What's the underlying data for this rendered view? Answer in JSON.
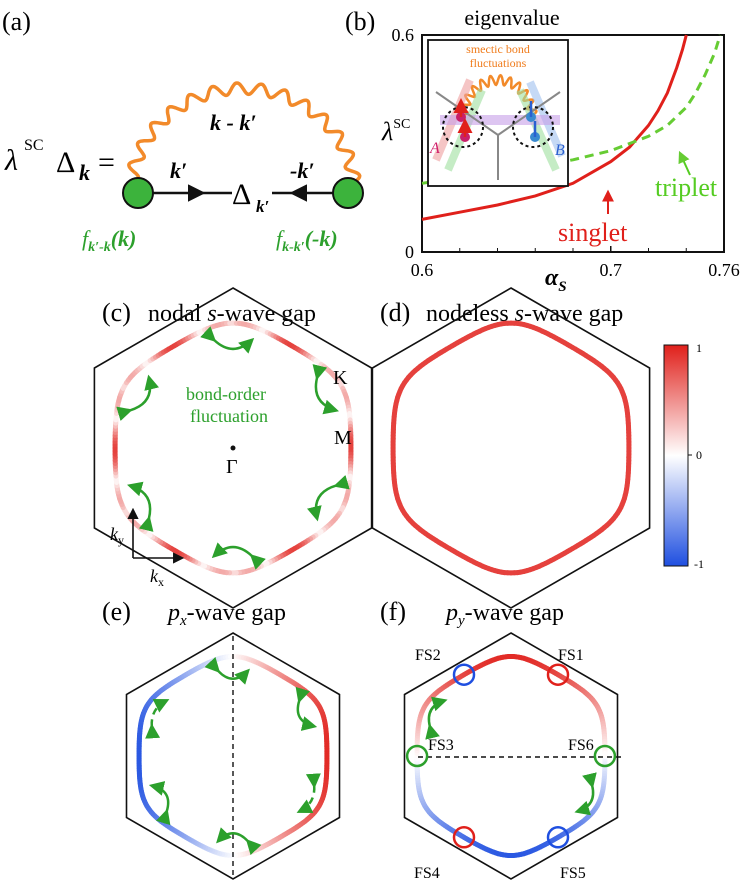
{
  "panel_a": {
    "label": "(a)",
    "lhs": "λ",
    "lhs_sup": "SC",
    "lhs_delta": "Δ",
    "lhs_k": "k",
    "equals": "=",
    "wave_label": "k - k",
    "wave_prime": "′",
    "left_arrow": "k′",
    "right_arrow": "-k′",
    "center_delta": "Δ",
    "center_sub": "k′",
    "f_left": "f",
    "f_left_sub": "k′-k",
    "f_left_arg": "(k)",
    "f_right": "f",
    "f_right_sub": "k-k′",
    "f_right_arg": "(-k)"
  },
  "panel_b": {
    "label": "(b)",
    "title": "eigenvalue",
    "ylabel": "λ",
    "ylabel_sup": "SC",
    "xlabel": "α",
    "xlabel_sub": "S",
    "inset_caption_line1": "smectic bond",
    "inset_caption_line2": "fluctuations",
    "inset_label_a": "A",
    "inset_label_b": "B",
    "annot_singlet": "singlet",
    "annot_triplet": "triplet"
  },
  "chart_data": {
    "type": "line",
    "xlim": [
      0.6,
      0.76
    ],
    "ylim": [
      0,
      0.6
    ],
    "x_ticks": [
      "0.6",
      "0.7",
      "0.76"
    ],
    "y_ticks": [
      "0",
      "0.6"
    ],
    "series": [
      {
        "name": "singlet",
        "color": "#e0201b",
        "dash": false,
        "x": [
          0.6,
          0.62,
          0.64,
          0.66,
          0.68,
          0.7,
          0.71,
          0.72,
          0.725,
          0.73,
          0.735,
          0.738,
          0.74
        ],
        "y": [
          0.09,
          0.11,
          0.13,
          0.155,
          0.19,
          0.25,
          0.29,
          0.35,
          0.39,
          0.44,
          0.51,
          0.56,
          0.6
        ]
      },
      {
        "name": "triplet",
        "color": "#66cc33",
        "dash": true,
        "x": [
          0.6,
          0.62,
          0.64,
          0.66,
          0.68,
          0.7,
          0.72,
          0.73,
          0.74,
          0.745,
          0.75,
          0.755,
          0.758
        ],
        "y": [
          0.19,
          0.205,
          0.22,
          0.235,
          0.255,
          0.28,
          0.32,
          0.35,
          0.4,
          0.44,
          0.49,
          0.55,
          0.6
        ]
      }
    ]
  },
  "panel_c": {
    "label": "(c)",
    "title_pre": "nodal ",
    "title_s": "s",
    "title_post": "-wave gap",
    "K": "K",
    "M": "M",
    "Gamma": "Γ",
    "fluct_line1": "bond-order",
    "fluct_line2": "fluctuation",
    "ky": "k",
    "ky_sub": "y",
    "kx": "k",
    "kx_sub": "x"
  },
  "panel_d": {
    "label": "(d)",
    "title_pre": "nodeless ",
    "title_s": "s",
    "title_post": "-wave gap"
  },
  "colorbar": {
    "max": "1",
    "mid": "0",
    "min": "-1",
    "colors": [
      "#e0201b",
      "#ffffff",
      "#1f4fe0"
    ]
  },
  "panel_e": {
    "label": "(e)",
    "title_p": "p",
    "title_sub": "x",
    "title_post": "-wave gap"
  },
  "panel_f": {
    "label": "(f)",
    "title_p": "p",
    "title_sub": "y",
    "title_post": "-wave gap",
    "fs": [
      "FS1",
      "FS2",
      "FS3",
      "FS4",
      "FS5",
      "FS6"
    ]
  }
}
